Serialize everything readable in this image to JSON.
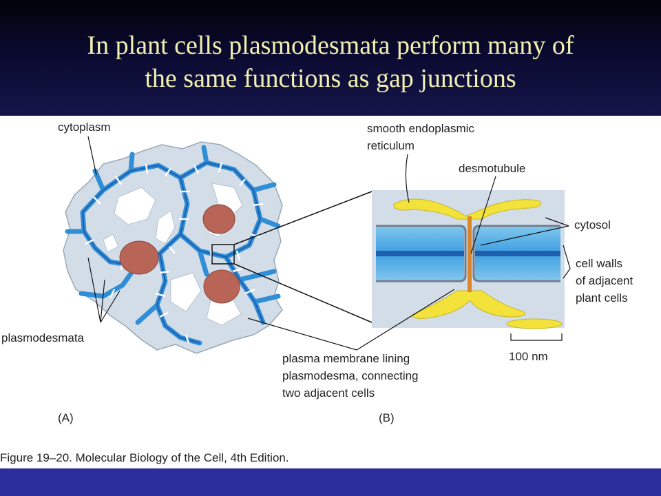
{
  "slide": {
    "title_line1": "In plant cells plasmodesmata perform many of",
    "title_line2": "the same functions as gap junctions"
  },
  "labels": {
    "cytoplasm": "cytoplasm",
    "plasmodesmata": "plasmodesmata",
    "panel_a": "(A)",
    "ser_line1": "smooth endoplasmic",
    "ser_line2": "reticulum",
    "desmotubule": "desmotubule",
    "cytosol": "cytosol",
    "cellwalls_line1": "cell walls",
    "cellwalls_line2": "of adjacent",
    "cellwalls_line3": "plant cells",
    "scale": "100 nm",
    "pm_line1": "plasma membrane lining",
    "pm_line2": "plasmodesma, connecting",
    "pm_line3": "two adjacent cells",
    "panel_b": "(B)",
    "caption": "Figure 19–20. Molecular Biology of the Cell, 4th Edition."
  },
  "colors": {
    "cell_fill": "#d3dde8",
    "wall": "#2f8ed6",
    "wall_dark": "#1d5fae",
    "nucleus": "#b86456",
    "vacuole": "#ffffff",
    "er": "#f2e23a",
    "desmotubule": "#d9862c",
    "title": "#f2efb0",
    "footer": "#2b2e9a"
  }
}
